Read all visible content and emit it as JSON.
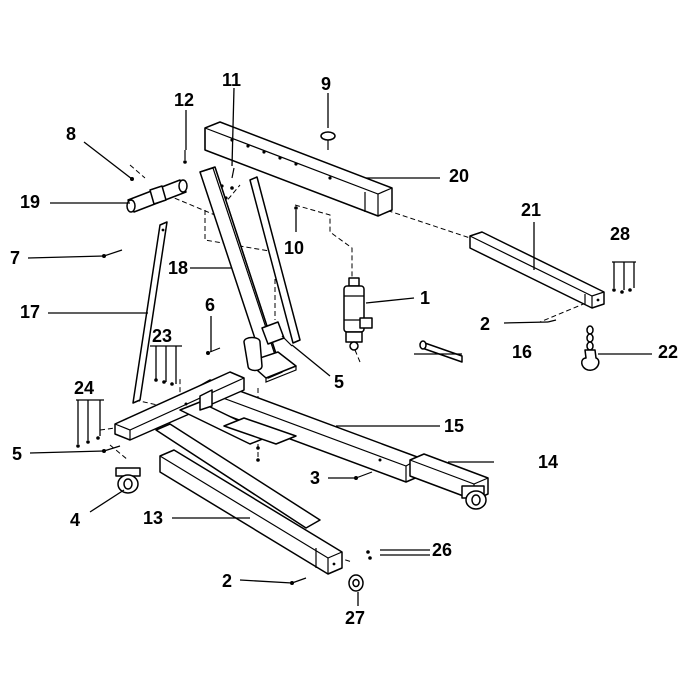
{
  "callouts": [
    {
      "id": "1",
      "text": "1"
    },
    {
      "id": "2a",
      "text": "2"
    },
    {
      "id": "2b",
      "text": "2"
    },
    {
      "id": "3",
      "text": "3"
    },
    {
      "id": "4",
      "text": "4"
    },
    {
      "id": "5a",
      "text": "5"
    },
    {
      "id": "5b",
      "text": "5"
    },
    {
      "id": "6",
      "text": "6"
    },
    {
      "id": "7",
      "text": "7"
    },
    {
      "id": "8",
      "text": "8"
    },
    {
      "id": "9",
      "text": "9"
    },
    {
      "id": "10",
      "text": "10"
    },
    {
      "id": "11",
      "text": "11"
    },
    {
      "id": "12",
      "text": "12"
    },
    {
      "id": "13",
      "text": "13"
    },
    {
      "id": "14",
      "text": "14"
    },
    {
      "id": "15",
      "text": "15"
    },
    {
      "id": "16",
      "text": "16"
    },
    {
      "id": "17",
      "text": "17"
    },
    {
      "id": "18",
      "text": "18"
    },
    {
      "id": "19",
      "text": "19"
    },
    {
      "id": "20",
      "text": "20"
    },
    {
      "id": "21",
      "text": "21"
    },
    {
      "id": "22",
      "text": "22"
    },
    {
      "id": "23",
      "text": "23"
    },
    {
      "id": "24",
      "text": "24"
    },
    {
      "id": "26",
      "text": "26"
    },
    {
      "id": "27",
      "text": "27"
    },
    {
      "id": "28",
      "text": "28"
    }
  ]
}
